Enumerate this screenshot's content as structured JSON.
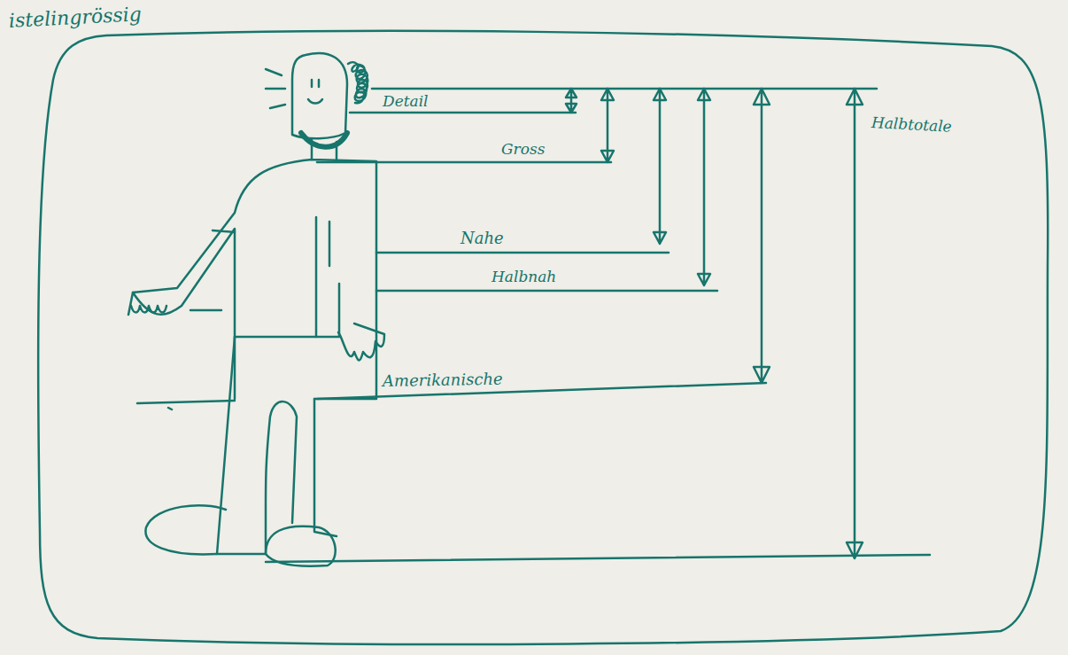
{
  "diagram": {
    "title": "istelingrössig",
    "labels": [
      "Detail",
      "Gross",
      "Nahe",
      "Halbnah",
      "Amerikanische",
      "Halbtotale"
    ]
  }
}
